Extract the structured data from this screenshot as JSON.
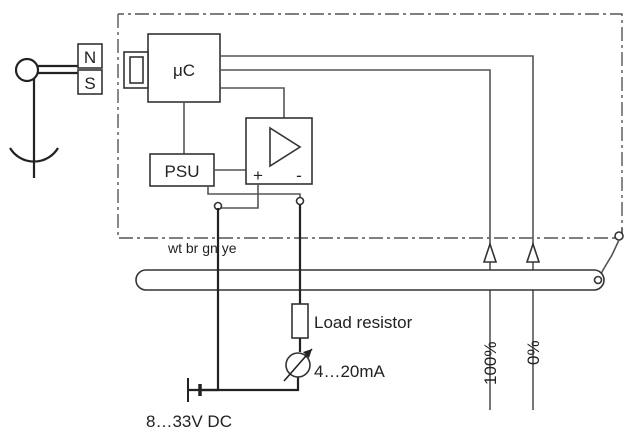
{
  "magnet": {
    "north_label": "N",
    "south_label": "S"
  },
  "blocks": {
    "microcontroller_label": "μC",
    "psu_label": "PSU",
    "amp_plus_label": "+",
    "amp_minus_label": "-"
  },
  "cable": {
    "wire_colors_label": "wt br gn ye"
  },
  "outputs": {
    "load_resistor_label": "Load resistor",
    "current_label": "4…20mA",
    "supply_label": "8…33V DC",
    "switch_100_label": "100%",
    "switch_0_label": "0%"
  }
}
